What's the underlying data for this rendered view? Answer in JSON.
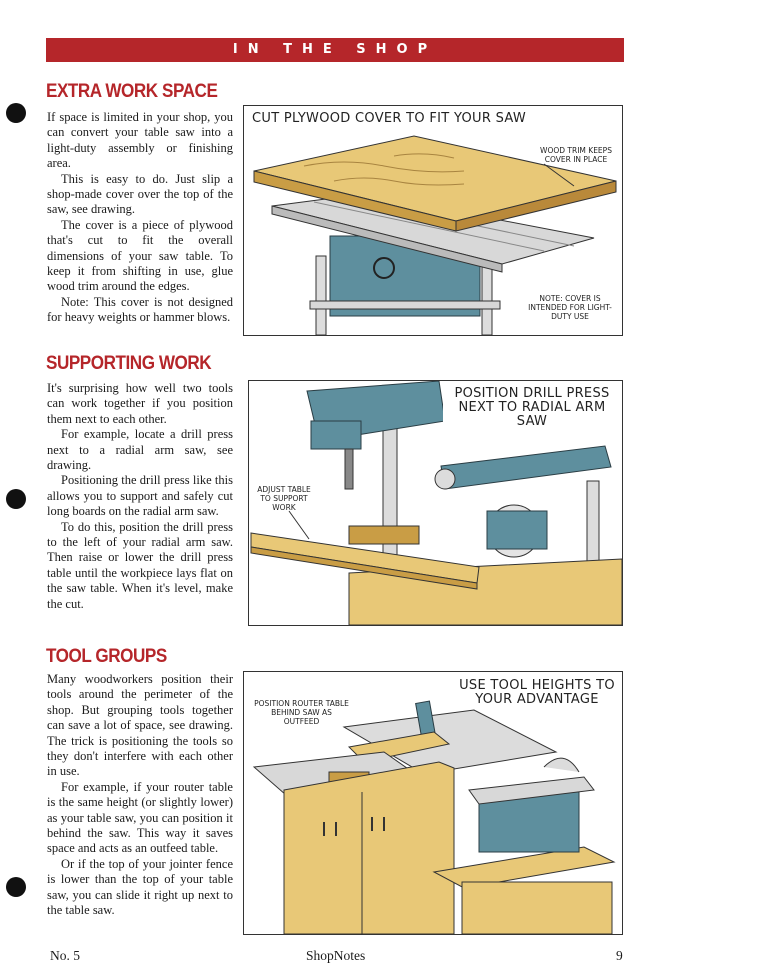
{
  "header": {
    "banner": "IN THE SHOP"
  },
  "sections": [
    {
      "title": "EXTRA WORK SPACE",
      "paragraphs": [
        "If space is limited in your shop, you can convert your table saw into a light-duty assembly or finishing area.",
        "This is easy to do. Just slip a shop-made cover over the top of the saw, see drawing.",
        "The cover is a piece of plywood that's cut to fit the overall dimensions of your saw table. To keep it from shifting in use, glue wood trim around the edges.",
        "Note: This cover is not designed for heavy weights or hammer blows."
      ],
      "figure": {
        "caption": "CUT PLYWOOD COVER TO FIT YOUR SAW",
        "notes": [
          "WOOD TRIM KEEPS COVER IN PLACE",
          "NOTE: COVER IS INTENDED FOR LIGHT-DUTY USE"
        ]
      }
    },
    {
      "title": "SUPPORTING WORK",
      "paragraphs": [
        "It's surprising how well two tools can work together if you position them next to each other.",
        "For example, locate a drill press next to a radial arm saw, see drawing.",
        "Positioning the drill press like this allows you to support and safely cut long boards on the radial arm saw.",
        "To do this, position the drill press to the left of your radial arm saw. Then raise or lower the drill press table until the workpiece lays flat on the saw table. When it's level, make the cut."
      ],
      "figure": {
        "caption": "POSITION DRILL PRESS NEXT TO RADIAL ARM SAW",
        "notes": [
          "ADJUST TABLE TO SUPPORT WORK"
        ]
      }
    },
    {
      "title": "TOOL GROUPS",
      "paragraphs": [
        "Many woodworkers position their tools around the perimeter of the shop. But grouping tools together can save a lot of space, see drawing. The trick is positioning the tools so they don't interfere with each other in use.",
        "For example, if your router table is the same height (or slightly lower) as your table saw, you can position it behind the saw. This way it saves space and acts as an outfeed table.",
        "Or if the top of your jointer fence is lower than the top of your table saw, you can slide it right up next to the table saw."
      ],
      "figure": {
        "caption": "USE TOOL HEIGHTS TO YOUR ADVANTAGE",
        "notes": [
          "POSITION ROUTER TABLE BEHIND SAW AS OUTFEED"
        ]
      }
    }
  ],
  "footer": {
    "issue": "No. 5",
    "publication": "ShopNotes",
    "page": "9"
  },
  "colors": {
    "accent": "#b5262a",
    "machine": "#5e8f9e",
    "wood": "#e8c877"
  }
}
